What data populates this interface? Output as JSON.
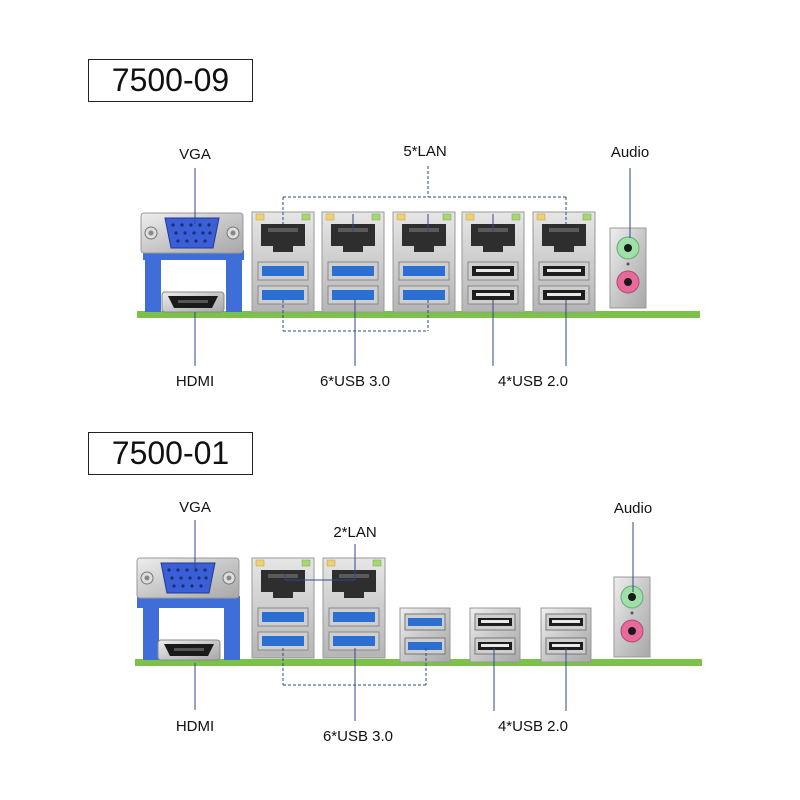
{
  "panels": [
    {
      "model": "7500-09",
      "labels": {
        "vga": "VGA",
        "lan": "5*LAN",
        "audio": "Audio",
        "hdmi": "HDMI",
        "usb3": "6*USB 3.0",
        "usb2": "4*USB 2.0"
      }
    },
    {
      "model": "7500-01",
      "labels": {
        "vga": "VGA",
        "lan": "2*LAN",
        "audio": "Audio",
        "hdmi": "HDMI",
        "usb3": "6*USB 3.0",
        "usb2": "4*USB 2.0"
      }
    }
  ],
  "colors": {
    "pcb": "#7cc24a",
    "usb3_blue": "#2a6fd1",
    "vga_blue": "#3b5fd6",
    "bracket_blue": "#3f6ed8",
    "metal": "#d2d2d2",
    "leader": "#2b4b86",
    "audio_green": "#9fe0a8",
    "audio_pink": "#e86a9a"
  }
}
